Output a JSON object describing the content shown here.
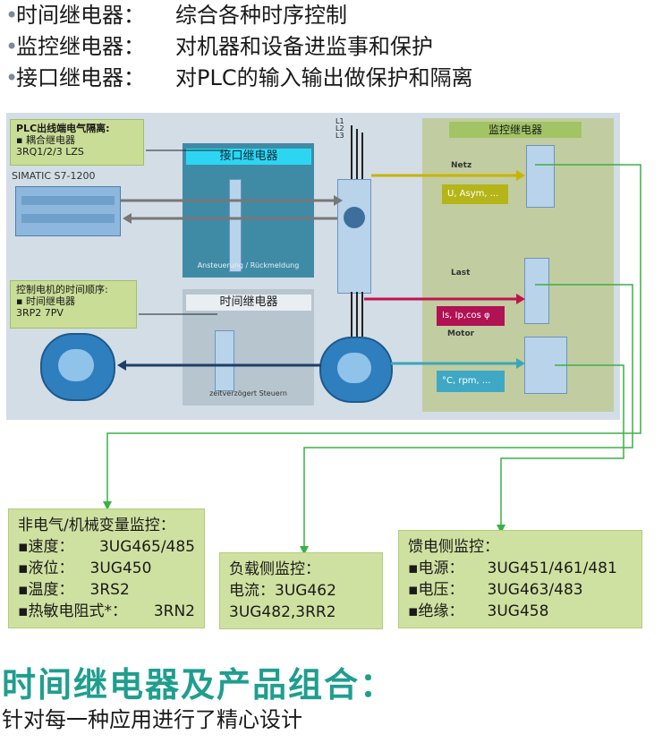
{
  "bullets": [
    {
      "name": "时间继电器：",
      "desc": "综合各种时序控制"
    },
    {
      "name": "监控继电器：",
      "desc": "对机器和设备进监事和保护"
    },
    {
      "name": "接口继电器：",
      "desc": "对PLC的输入输出做保护和隔离"
    }
  ],
  "diagram": {
    "plc_box": {
      "title": "PLC出线端电气隔离:",
      "item": "▪ 耦合继电器",
      "model": "3RQ1/2/3  LZS"
    },
    "simatic_label": "SIMATIC S7-1200",
    "interface_title": "接口继电器",
    "interface_caption": "Ansteuerung / Rückmeldung",
    "timer_box": {
      "title": "控制电机的时间顺序:",
      "item": "▪ 时间继电器",
      "model": "3RP2 7PV"
    },
    "timer_title": "时间继电器",
    "timer_caption": "zeitverzögert Steuern",
    "phases": [
      "L1",
      "L2",
      "L3"
    ],
    "monitor_title": "监控继电器",
    "netz_label": "Netz",
    "netz_value": "U, Asym, ...",
    "last_label": "Last",
    "last_value": "Is, Ip,cos φ",
    "motor_label": "Motor",
    "motor_value": "°C, rpm, ...",
    "colors": {
      "yellow_arrow": "#c8b400",
      "red_arrow": "#c0134f",
      "teal_arrow": "#3aa7b8",
      "green_line": "#3cb043",
      "value_box": "#a9cc3a",
      "netz_box": "#b5b51a",
      "last_box": "#b01254",
      "motor_box": "#3fa8c4"
    }
  },
  "boxes": {
    "non_electrical": {
      "title": "非电气/机械变量监控：",
      "items": [
        {
          "label": "▪速度：",
          "value": "3UG465/485"
        },
        {
          "label": "▪液位：",
          "value": "3UG450"
        },
        {
          "label": "▪温度：",
          "value": "3RS2"
        },
        {
          "label": "▪热敏电阻式*：",
          "value": "3RN2"
        }
      ]
    },
    "load_side": {
      "title": "负载侧监控：",
      "line1": "电流：3UG462",
      "line2": "3UG482,3RR2"
    },
    "feed_side": {
      "title": "馈电侧监控：",
      "items": [
        {
          "label": "▪电源：",
          "value": "3UG451/461/481"
        },
        {
          "label": "▪电压：",
          "value": "3UG463/483"
        },
        {
          "label": "▪绝缘：",
          "value": "3UG458"
        }
      ]
    }
  },
  "headline": "时间继电器及产品组合：",
  "subline": "针对每一种应用进行了精心设计"
}
